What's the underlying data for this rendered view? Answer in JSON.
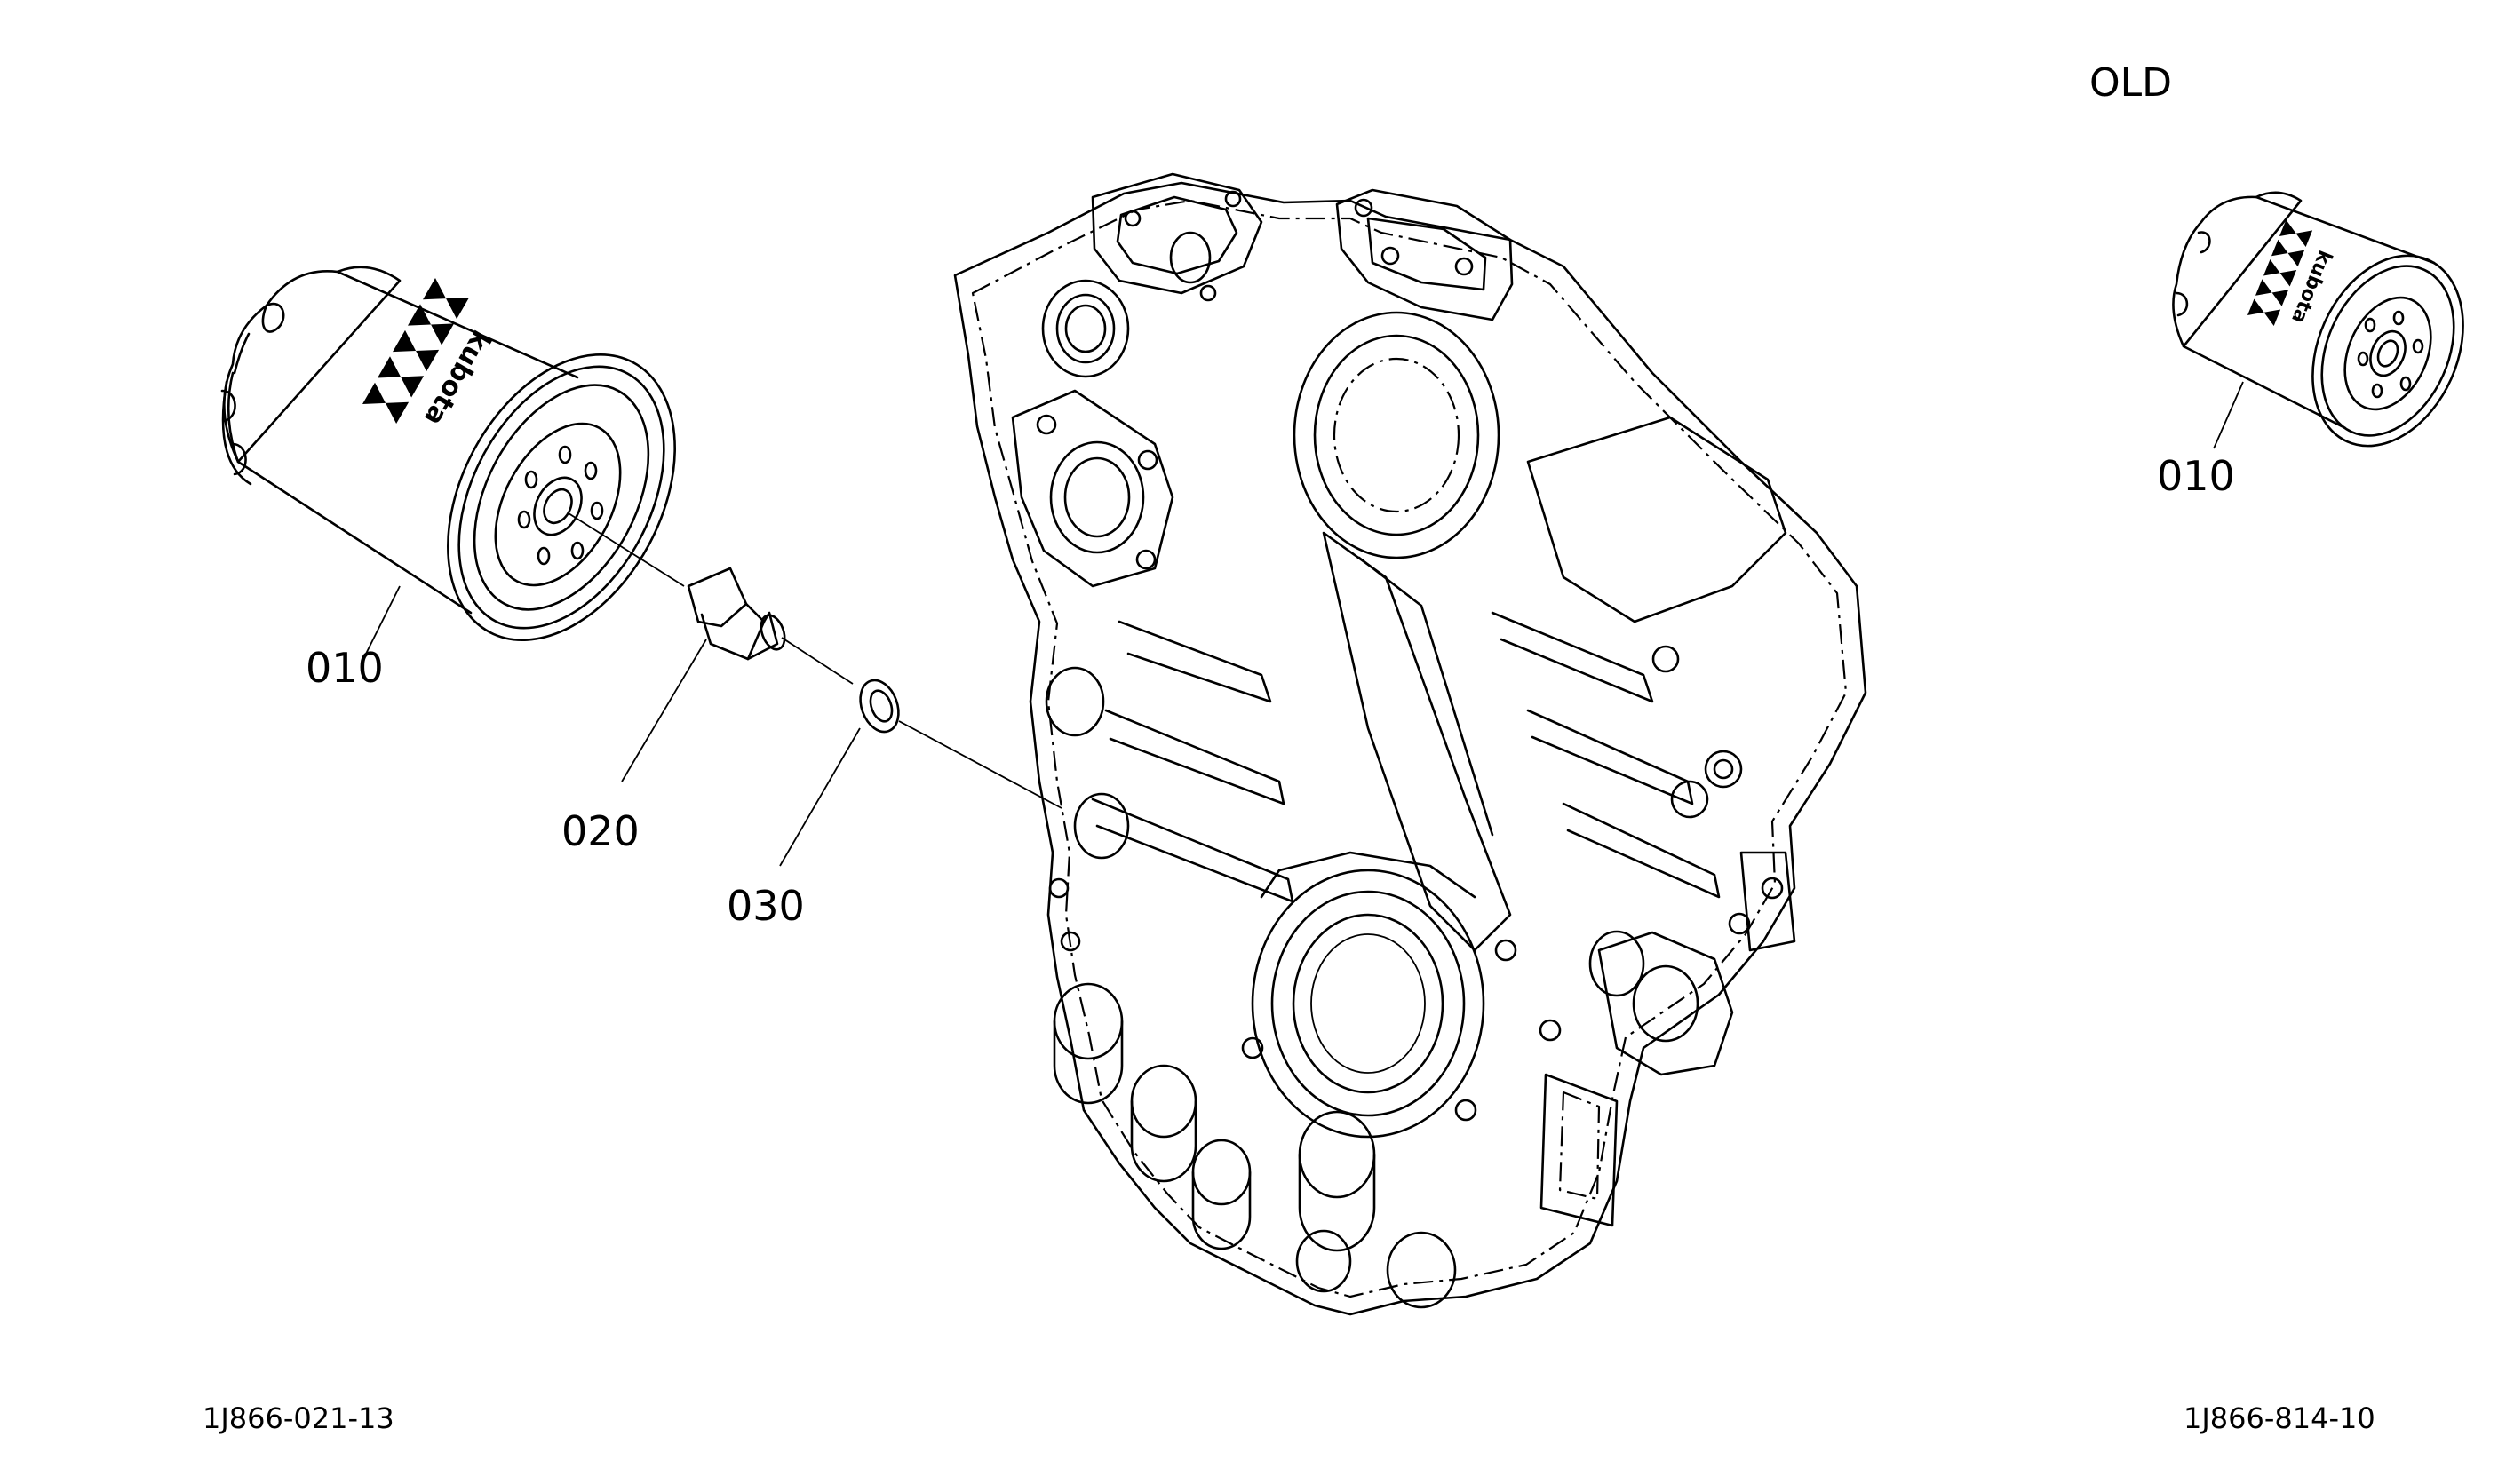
{
  "diagram": {
    "old_label": "OLD",
    "callouts": [
      {
        "id": "filter-new",
        "text": "010"
      },
      {
        "id": "adapter",
        "text": "020"
      },
      {
        "id": "washer",
        "text": "030"
      },
      {
        "id": "filter-old",
        "text": "010"
      }
    ],
    "drawing_codes": {
      "left": "1J866-021-13",
      "right": "1J866-814-10"
    },
    "brand_text": "kubota"
  }
}
